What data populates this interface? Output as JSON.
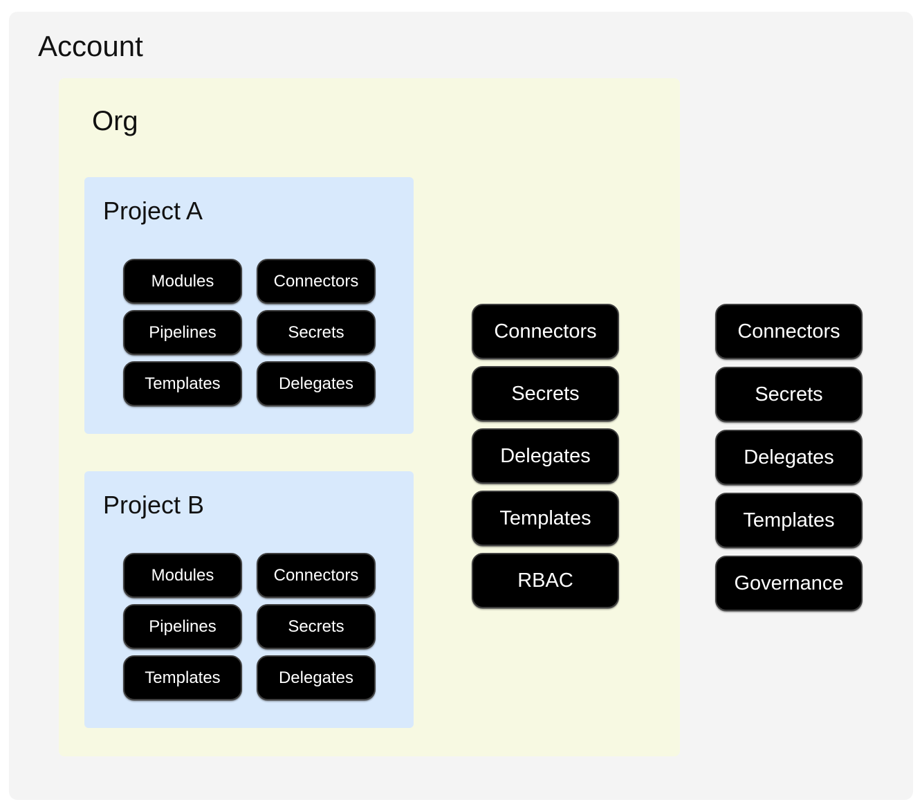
{
  "diagram": {
    "account": {
      "label": "Account",
      "resources": [
        "Connectors",
        "Secrets",
        "Delegates",
        "Templates",
        "Governance"
      ],
      "org": {
        "label": "Org",
        "resources": [
          "Connectors",
          "Secrets",
          "Delegates",
          "Templates",
          "RBAC"
        ],
        "projects": [
          {
            "label": "Project A",
            "resources": [
              "Modules",
              "Connectors",
              "Pipelines",
              "Secrets",
              "Templates",
              "Delegates"
            ]
          },
          {
            "label": "Project B",
            "resources": [
              "Modules",
              "Connectors",
              "Pipelines",
              "Secrets",
              "Templates",
              "Delegates"
            ]
          }
        ]
      }
    },
    "colors": {
      "account_bg": "#f4f4f4",
      "org_bg": "#f7f9e2",
      "project_bg": "#d8e9fc",
      "pill_bg": "#000000",
      "pill_border": "#3f3f3f",
      "pill_text": "#ffffff",
      "title_text": "#111111"
    }
  }
}
